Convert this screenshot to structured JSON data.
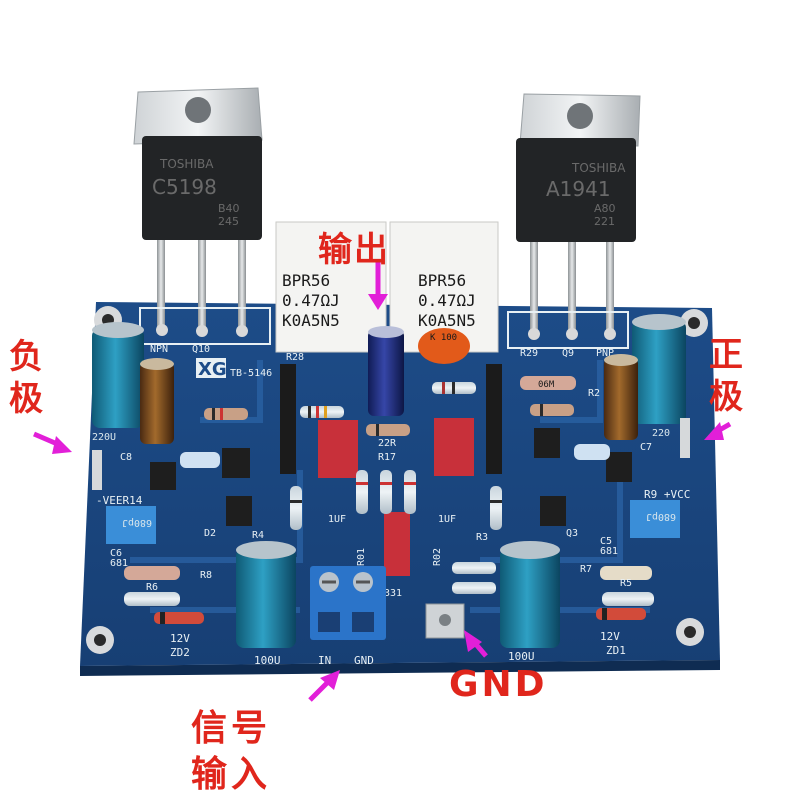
{
  "annotations": {
    "output": "输出",
    "negative": "负极",
    "positive": "正极",
    "gnd": "GND",
    "signal_input": "信号输入"
  },
  "transistors": {
    "left": {
      "brand": "TOSHIBA",
      "part": "C5198",
      "code1": "B40",
      "code2": "245"
    },
    "right": {
      "brand": "TOSHIBA",
      "part": "A1941",
      "code1": "A80",
      "code2": "221"
    }
  },
  "resistors": {
    "left": {
      "line1": "BPR56",
      "line2": "0.47ΩJ",
      "line3": "K0A5N5"
    },
    "right": {
      "line1": "BPR56",
      "line2": "0.47ΩJ",
      "line3": "K0A5N5"
    }
  },
  "silkscreen": {
    "npn": "NPN",
    "q10": "Q10",
    "q9": "Q9",
    "pnp": "PNP",
    "r28": "R28",
    "r29": "R29",
    "xg": "XG",
    "board_id": "TB-5146",
    "veer14": "-VEER14",
    "vcc": "R9 +VCC",
    "c8": "C8",
    "c7": "C7",
    "c6": "C6",
    "c6_val": "681",
    "c5": "C5",
    "c5_val": "681",
    "r8": "R8",
    "r6": "R6",
    "r7": "R7",
    "r5": "R5",
    "r4": "R4",
    "r3": "R3",
    "r2": "R2",
    "r17": "R17",
    "r01": "R01",
    "r02": "R02",
    "c331": "331",
    "uf_left": "1UF",
    "uf_right": "1UF",
    "r22": "22R",
    "zd2": "ZD2",
    "zd1": "ZD1",
    "v12_left": "12V",
    "v12_right": "12V",
    "u100_left": "100U",
    "u100_right": "100U",
    "in": "IN",
    "gnd_pad": "GND",
    "cap220_left": "220U",
    "cap220_right": "220",
    "d2": "D2",
    "q3": "Q3",
    "cap_680_left": "680pJ",
    "cap_680_right": "680pJ",
    "k100": "K 100",
    "resistor_06m": "06M"
  },
  "colors": {
    "pcb": "#1f4f8c",
    "pcb_dark": "#163a6a",
    "annotation": "#e0261c",
    "arrow": "#e21fd8",
    "film_cap": "#c8303a",
    "terminal": "#2b74c9",
    "box_cap": "#3a8ed8"
  }
}
